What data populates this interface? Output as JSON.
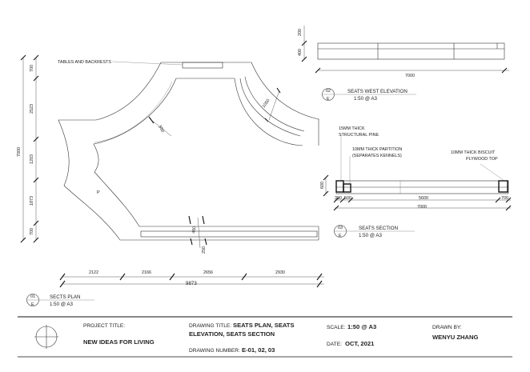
{
  "plan": {
    "label_tables": "TABLES AND BACKRESTS",
    "dim_550": "550",
    "dim_1050": "1050",
    "dim_450": "450",
    "dim_250": "250",
    "seat_mark": "P",
    "vdims": [
      "700",
      "2523",
      "1203",
      "1873",
      "700"
    ],
    "vdim_total": "7000",
    "hdims": [
      "2122",
      "2166",
      "2656",
      "2930"
    ],
    "hdim_total": "9873",
    "tag_num": "01",
    "tag_letter": "E",
    "title": "SECTS PLAN",
    "scale": "1:50 @ A3"
  },
  "elevation": {
    "dim_200": "200",
    "dim_400": "400",
    "dim_total": "7000",
    "tag_num": "02",
    "tag_letter": "E",
    "title": "SEATS WEST ELEVATION",
    "scale": "1:50 @ A3"
  },
  "section": {
    "note_pine_1": "15MM THICK",
    "note_pine_2": "STRUCTURAL PINE",
    "note_partition_1": "10MM THICK PARTITION",
    "note_partition_2": "(SEPARATES KENNELS)",
    "note_biscuit_1": "10MM THICK BISCUIT",
    "note_biscuit_2": "PLYWOOD TOP",
    "dim_600": "600",
    "dim_300": "300",
    "dim_500": "500",
    "dim_5600": "5600",
    "dim_700": "700",
    "dim_total": "7000",
    "tag_num": "03",
    "tag_letter": "E",
    "title": "SEATS SECTION",
    "scale": "1:50 @ A3"
  },
  "title_block": {
    "project_label": "PROJECT TITLE:",
    "project_value": "NEW IDEAS FOR LIVING",
    "drawing_title_label": "DRAWING TITLE:",
    "drawing_title_value_1": "SEATS PLAN, SEATS",
    "drawing_title_value_2": "ELEVATION, SEATS SECTION",
    "drawing_number_label": "DRAWING NUMBER:",
    "drawing_number_value": "E-01, 02, 03",
    "scale_label": "SCALE:",
    "scale_value": "1:50 @ A3",
    "date_label": "DATE:",
    "date_value": "OCT, 2021",
    "drawn_by_label": "DRAWN BY:",
    "drawn_by_value": "WENYU ZHANG"
  }
}
